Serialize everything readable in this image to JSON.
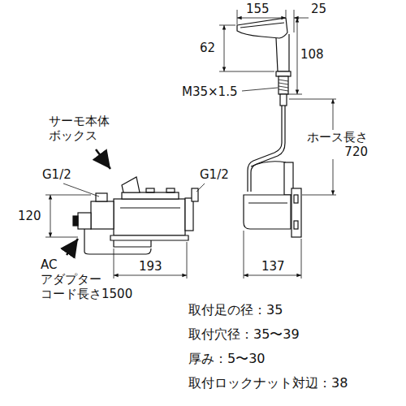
{
  "diagram": {
    "labels": [
      "155",
      "25",
      "62",
      "108",
      "M35×1.5",
      "ホース長さ 720",
      "サーモ本体 ボックス",
      "G1/2",
      "G1/2",
      "120",
      "193",
      "137",
      "AC アダプター コード長さ1500",
      "取付足の径：35",
      "取付穴径：35〜39",
      "厚み：5〜30",
      "取付ロックナット対辺：38"
    ]
  }
}
